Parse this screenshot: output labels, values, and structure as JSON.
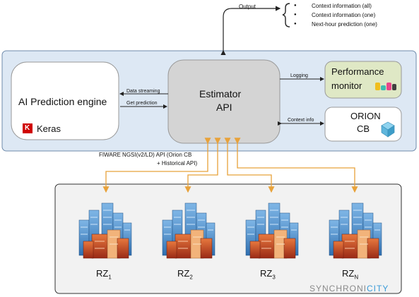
{
  "output": {
    "label": "Output",
    "items": [
      "Context information (all)",
      "Context information (one)",
      "Next-hour prediction (one)"
    ]
  },
  "ai_engine": {
    "title": "AI Prediction engine",
    "keras_label": "Keras",
    "keras_badge": "K"
  },
  "estimator": {
    "line1": "Estimator",
    "line2": "API"
  },
  "performance": {
    "line1": "Performance",
    "line2": "monitor"
  },
  "orion": {
    "line1": "ORION",
    "line2": "CB"
  },
  "edges": {
    "data_streaming": "Data streaming",
    "get_prediction": "Get prediction",
    "logging": "Logging",
    "context_info": "Context info",
    "fiware_line1": "FIWARE NGSI(v2/LD) API (Orion CB",
    "fiware_line2": "+ Historical API)"
  },
  "zones": {
    "prefix": "RZ",
    "items": [
      {
        "sub": "1"
      },
      {
        "sub": "2"
      },
      {
        "sub": "3"
      },
      {
        "sub": "N"
      }
    ]
  },
  "brand": {
    "part1": "SYNCHRONI",
    "part2": "CITY"
  },
  "colors": {
    "platform_fill": "#dde8f4",
    "platform_stroke": "#6f8bab",
    "arrow_orange": "#e8a23a",
    "performance_fill": "#dfe8c5",
    "estimator_fill": "#d4d4d4",
    "brand_gray": "#8a8a8a",
    "brand_blue": "#3a9bd8"
  }
}
